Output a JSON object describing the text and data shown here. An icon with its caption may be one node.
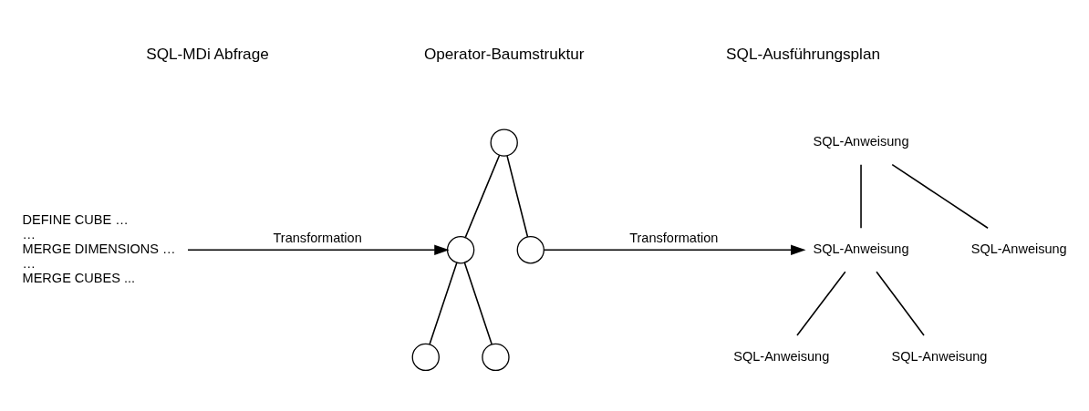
{
  "diagram": {
    "nodes": [
      {
        "text": [
          "DEFINE CUBE …",
          "…",
          "MERGE DIMENSIONS …",
          "…",
          "MERGE CUBES ..."
        ]
      },
      {
        "text": [],
        "shape": "circle"
      },
      {
        "text": [],
        "shape": "circle"
      },
      {
        "text": [],
        "shape": "circle"
      },
      {
        "text": [],
        "shape": "circle"
      },
      {
        "text": [],
        "shape": "circle"
      },
      {
        "text": [
          "SQL-Anweisung"
        ]
      },
      {
        "text": [
          "SQL-Anweisung"
        ]
      },
      {
        "text": [
          "SQL-Anweisung"
        ]
      },
      {
        "text": [
          "SQL-Anweisung"
        ]
      },
      {
        "text": [
          "SQL-Anweisung"
        ]
      }
    ],
    "edges": [
      {
        "from": 0,
        "to": 2,
        "arrow": "to",
        "label": "Transformation"
      },
      {
        "from": 1,
        "to": 2,
        "arrow": "none"
      },
      {
        "from": 1,
        "to": 3,
        "arrow": "none"
      },
      {
        "from": 2,
        "to": 4,
        "arrow": "none"
      },
      {
        "from": 2,
        "to": 5,
        "arrow": "none"
      },
      {
        "from": 3,
        "to": 7,
        "arrow": "to",
        "label": "Transformation"
      },
      {
        "from": 6,
        "to": 7,
        "arrow": "none"
      },
      {
        "from": 6,
        "to": 8,
        "arrow": "none"
      },
      {
        "from": 7,
        "to": 9,
        "arrow": "none"
      },
      {
        "from": 7,
        "to": 10,
        "arrow": "none"
      }
    ],
    "labels": [
      "SQL-MDi Abfrage",
      "Operator-Baumstruktur",
      "SQL-Ausführungsplan"
    ]
  }
}
